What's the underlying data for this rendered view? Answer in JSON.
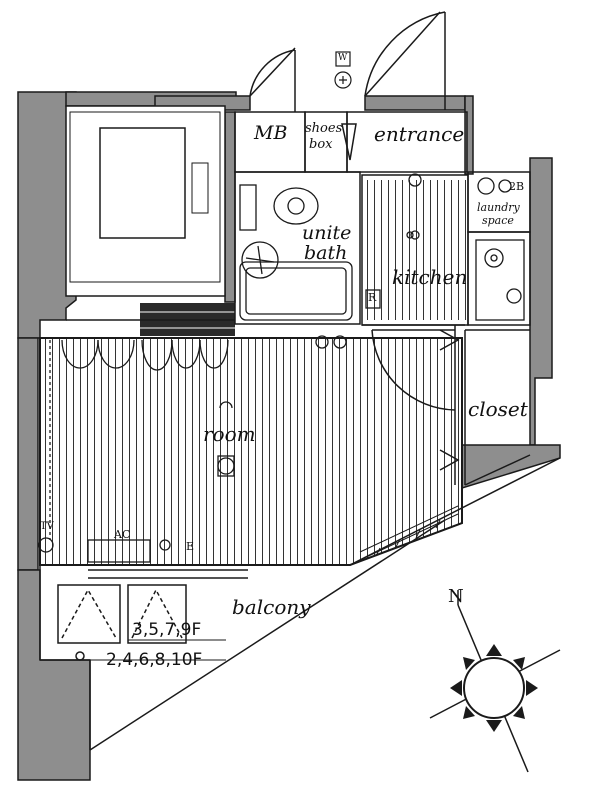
{
  "rooms": {
    "mb": "MB",
    "shoes_box_line1": "shoes",
    "shoes_box_line2": "box",
    "entrance": "entrance",
    "laundry_line1": "laundry",
    "laundry_line2": "space",
    "unit_bath_line1": "unite",
    "unit_bath_line2": "bath",
    "kitchen": "kitchen",
    "room": "room",
    "closet": "closet",
    "balcony": "balcony"
  },
  "fixtures": {
    "ac": "AC",
    "tv": "TV",
    "refrigerator": "R",
    "meter": "W",
    "telephone": "E",
    "laundry_tap": "2B"
  },
  "floor_notes": {
    "odd_floors": "3,5,7,9F",
    "even_floors": "2,4,6,8,10F"
  },
  "compass": {
    "north_letter": "N",
    "sun_icon": "sun-compass-icon"
  },
  "colors": {
    "wall": "#8e8e8e",
    "line": "#1a1a1a",
    "background": "#ffffff"
  }
}
